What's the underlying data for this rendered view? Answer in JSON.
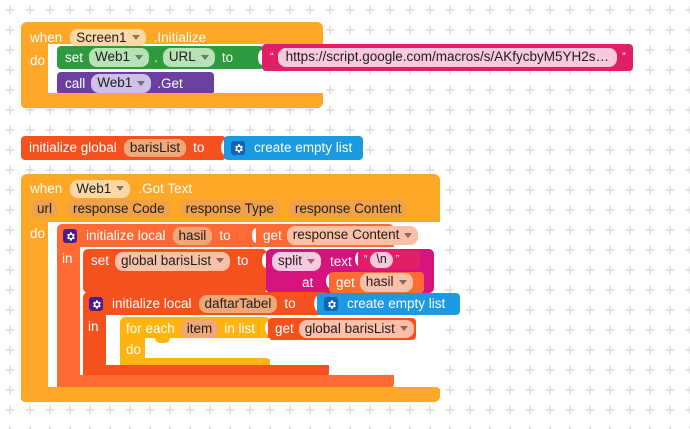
{
  "app": {
    "name": "MIT App Inventor Blocks Editor",
    "canvas_background": "#ffffff",
    "grid_color": "#dcdcdc"
  },
  "colors": {
    "event_orange": "#ffa726",
    "set_green": "#2e9b3e",
    "call_purple": "#6b3fa0",
    "text_pink": "#e01f67",
    "split_pink": "#d4137c",
    "variable_red": "#f4511e",
    "list_blue": "#1c9ae0",
    "control_yellow": "#ffb40f"
  },
  "blocks": {
    "screen_init": {
      "when_label": "when",
      "component": "Screen1",
      "event": ".Initialize",
      "do_label": "do",
      "set_url": {
        "set_label": "set",
        "component": "Web1",
        "dot": ".",
        "property": "URL",
        "to_label": "to",
        "value": {
          "open_quote": "“",
          "text": "https://script.google.com/macros/s/AKfycbyM5YH2s…",
          "close_quote": "”"
        }
      },
      "call_get": {
        "call_label": "call",
        "component": "Web1",
        "method": ".Get"
      }
    },
    "init_global_barislist": {
      "init_label": "initialize global",
      "name": "barisList",
      "to_label": "to",
      "value": {
        "gear_icon": "gear-icon",
        "label": "create empty list"
      }
    },
    "web1_got_text": {
      "when_label": "when",
      "component": "Web1",
      "event": ".Got Text",
      "params": [
        "url",
        "response Code",
        "response Type",
        "response Content"
      ],
      "do_label": "do",
      "local_hasil": {
        "gear_icon": "gear-icon",
        "init_label": "initialize local",
        "name": "hasil",
        "to_label": "to",
        "value": {
          "get_label": "get",
          "variable": "response Content"
        },
        "in_label": "in",
        "body": {
          "set_global": {
            "set_label": "set",
            "variable": "global barisList",
            "to_label": "to",
            "split": {
              "op": "split",
              "text_label": "text",
              "text_value": {
                "open_quote": "“",
                "text": "\\n",
                "close_quote": "”"
              },
              "at_label": "at",
              "at_value": {
                "get_label": "get",
                "variable": "hasil"
              }
            }
          },
          "local_daftartabel": {
            "gear_icon": "gear-icon",
            "init_label": "initialize local",
            "name": "daftarTabel",
            "to_label": "to",
            "value": {
              "gear_icon": "gear-icon",
              "label": "create empty list"
            },
            "in_label": "in",
            "for_each": {
              "for_each_label": "for each",
              "item": "item",
              "in_list_label": "in list",
              "list_value": {
                "get_label": "get",
                "variable": "global barisList"
              },
              "do_label": "do",
              "body_empty": true
            }
          }
        }
      }
    }
  }
}
